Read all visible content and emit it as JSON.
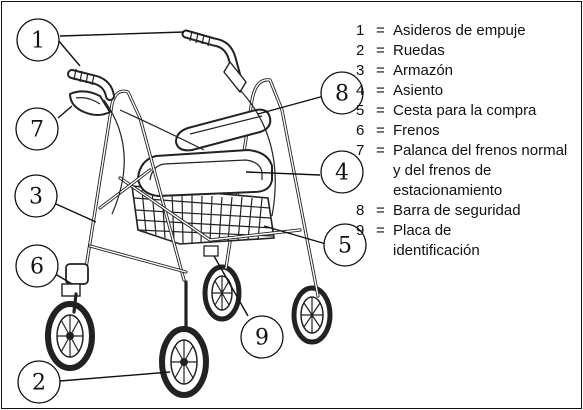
{
  "legend": [
    {
      "num": "1",
      "sep": "=",
      "text": "Asideros de empuje"
    },
    {
      "num": "2",
      "sep": "=",
      "text": "Ruedas"
    },
    {
      "num": "3",
      "sep": "=",
      "text": "Armazón"
    },
    {
      "num": "4",
      "sep": "=",
      "text": "Asiento"
    },
    {
      "num": "5",
      "sep": "=",
      "text": "Cesta para la compra"
    },
    {
      "num": "6",
      "sep": "=",
      "text": "Frenos"
    },
    {
      "num": "7",
      "sep": "=",
      "text": "Palanca del frenos normal y del frenos de estacionamiento"
    },
    {
      "num": "8",
      "sep": "=",
      "text": "Barra de seguridad"
    },
    {
      "num": "9",
      "sep": "=",
      "text": "Placa de identificación"
    }
  ],
  "callouts": [
    "1",
    "7",
    "3",
    "6",
    "2",
    "8",
    "4",
    "5",
    "9"
  ]
}
